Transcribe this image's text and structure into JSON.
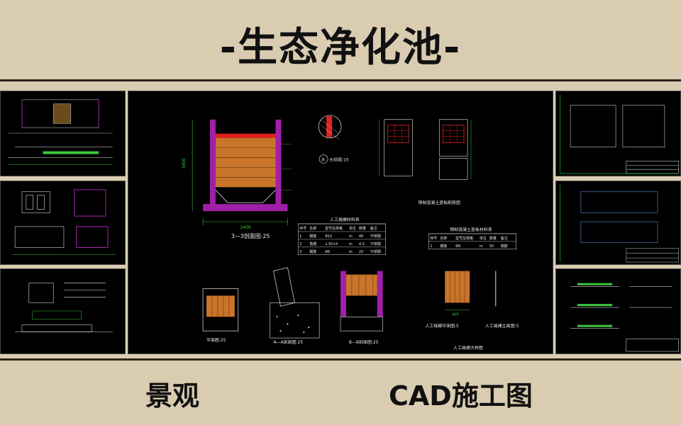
{
  "page": {
    "title": "-生态净化池-",
    "footer_left": "景观",
    "footer_right": "CAD施工图"
  },
  "main_drawing": {
    "section_label": "3—3剖面图:25",
    "detail_label": "大样图:10",
    "detail_mark": "A",
    "table1_title": "人工格栅材料表",
    "table1_headers": [
      "序号",
      "名称",
      "型号及规格",
      "单位",
      "数量",
      "备注"
    ],
    "table1_rows": [
      [
        "1",
        "钢筋",
        "Φ10",
        "m",
        "40",
        "不锈钢"
      ],
      [
        "2",
        "角钢",
        "∠30×4",
        "m",
        "4.0",
        "不锈钢"
      ],
      [
        "3",
        "钢筋",
        "Φ6",
        "m",
        "20",
        "不锈钢"
      ]
    ],
    "precast_title": "预制混凝土盖板配筋图",
    "table2_title": "预制混凝土盖板材料表",
    "table2_headers": [
      "序号",
      "名称",
      "型号及规格",
      "单位",
      "数量",
      "备注"
    ],
    "table2_rows": [
      [
        "1",
        "钢筋",
        "Φ8",
        "m",
        "50",
        "钢筋"
      ]
    ],
    "plan_label": "平面图:25",
    "section_a_label": "A—A剖面图:25",
    "section_b_label": "B—B剖面图:25",
    "grille_plan_label": "人工格栅平面图:5",
    "grille_elev_label": "人工格栅立面图:5",
    "grille_detail_label": "人工格栅大样图",
    "dim_total": "2400",
    "dim_height": "3400",
    "dim_grille": "400"
  },
  "colors": {
    "background": "#d9ccb1",
    "title_text": "#111111",
    "cad_bg": "#000000",
    "cad_wall": "#a020a8",
    "cad_dim": "#2ecc40",
    "cad_fill": "#c8742a",
    "cad_red": "#e02020",
    "cad_line": "#e8e8e8"
  }
}
